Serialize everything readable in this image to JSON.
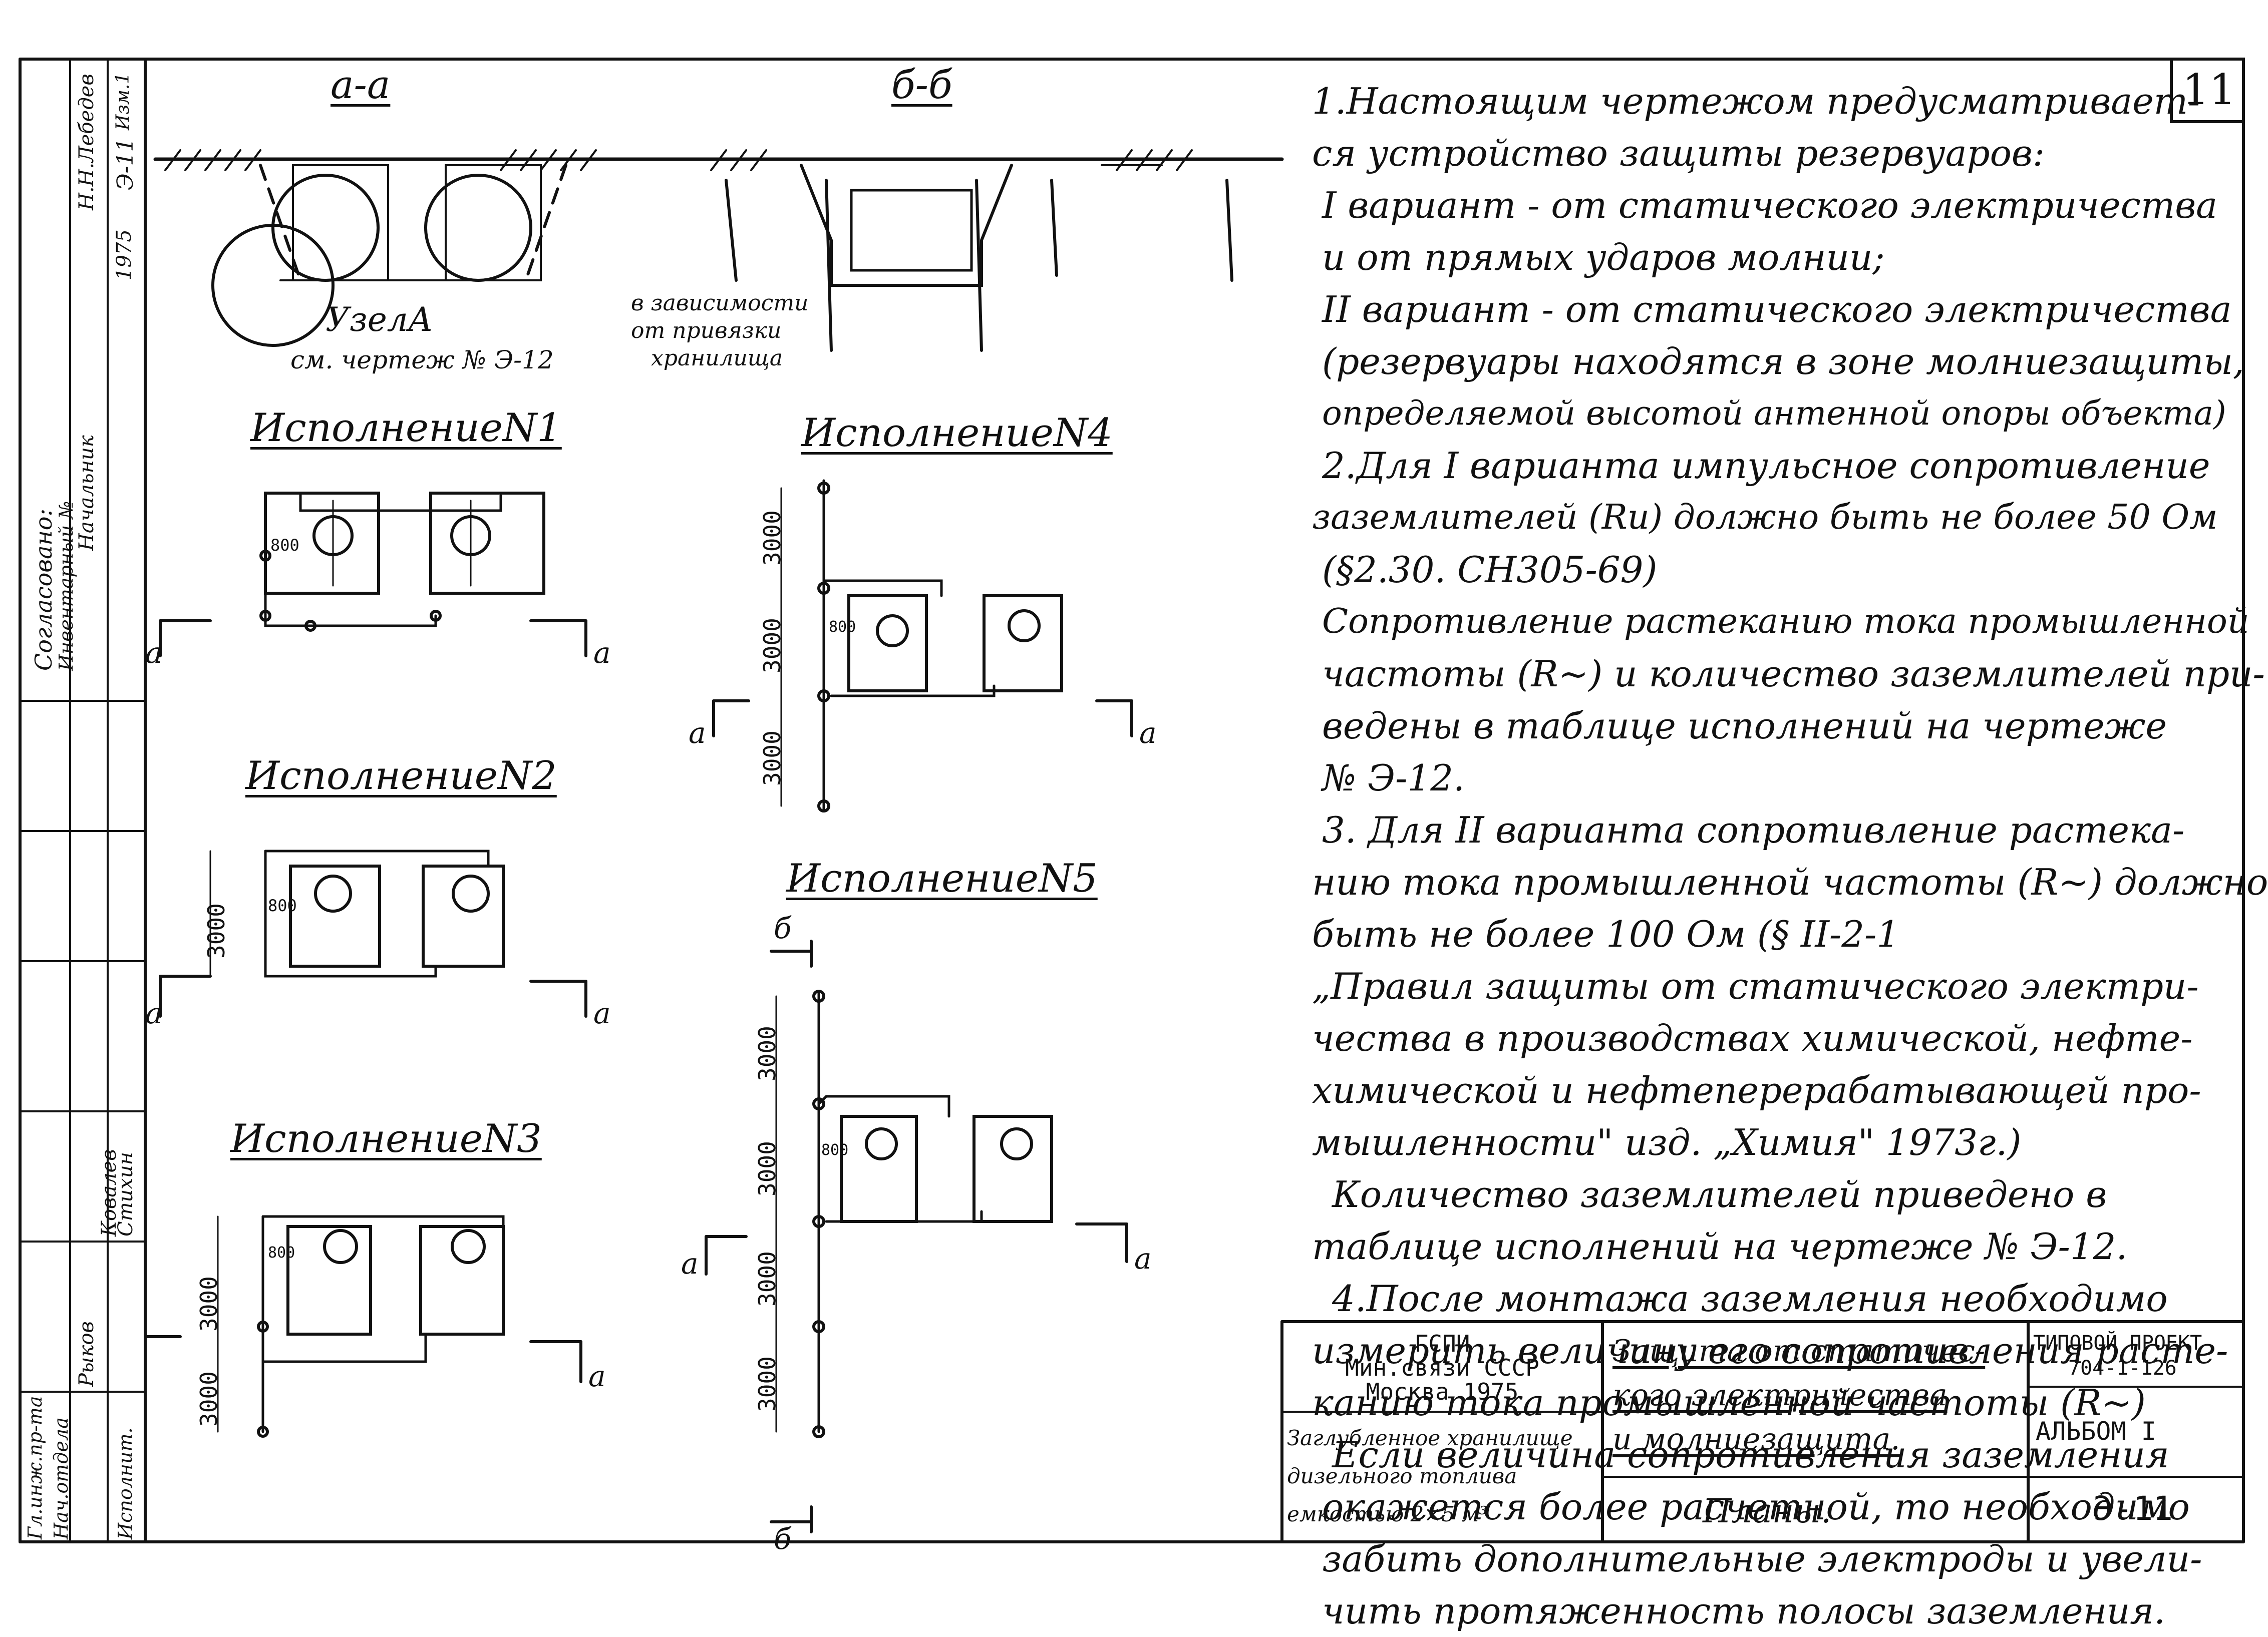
{
  "sheet_number": "11",
  "side_stamp": {
    "left_labels": [
      "Согласовано:",
      "Инвентарный №"
    ],
    "stamp_cells": [
      "Н.Н.Лебедев",
      "Начальник",
      "Э-11",
      "1975",
      "Изм.1"
    ],
    "signatures": {
      "roles": [
        "Гл.инж.пр-та",
        "Нач.отдела",
        "Исполнит."
      ],
      "names": [
        "Рыков",
        "Ковалев",
        "Стихин"
      ]
    }
  },
  "sections": {
    "aa": "а-а",
    "bb": "б-б",
    "node_label": "УзелА",
    "node_ref": "см. чертеж № Э-12",
    "dependency_note": [
      "в зависимости",
      "от привязки",
      "хранилища"
    ],
    "cut_marker_a": "а",
    "cut_marker_b": "б"
  },
  "variants": {
    "v1": "ИсполнениеN1",
    "v2": "ИсполнениеN2",
    "v3": "ИсполнениеN3",
    "v4": "ИсполнениеN4",
    "v5": "ИсполнениеN5"
  },
  "dimensions": {
    "d800": "800",
    "d3000": "3000"
  },
  "notes": [
    "1.Настоящим чертежом предусматривает-",
    "ся устройство защиты резервуаров:",
    "I вариант - от статического электричества",
    "и от прямых ударов молнии;",
    "II вариант - от статического электричества",
    "(резервуары находятся в зоне молниезащиты,",
    "определяемой высотой антенной опоры объекта)",
    "2.Для I варианта импульсное сопротивление",
    "заземлителей (Rи) должно быть не более 50 Ом",
    "(§2.30. СН305-69)",
    "Сопротивление растеканию тока промышленной",
    "частоты (R~) и количество заземлителей при-",
    "ведены в таблице исполнений на чертеже",
    "№ Э-12.",
    "3. Для II варианта сопротивление растека-",
    "нию тока промышленной частоты (R~) должно",
    "быть не более 100 Ом (§ II-2-1",
    "„Правил защиты от статического электри-",
    "чества в производствах химической, нефте-",
    "химической и нефтеперерабатывающей про-",
    "мышленности\" изд. „Химия\" 1973г.)",
    "Количество заземлителей приведено в",
    "таблице исполнений на чертеже № Э-12.",
    "4.После монтажа заземления необходимо",
    "измерить величину его сопротивления расте-",
    "канию тока промышленной частоты (R~)",
    "Если величина сопротивления заземления",
    "окажется более расчетной, то необходимо",
    "забить дополнительные электроды и увели-",
    "чить протяженность полосы заземления."
  ],
  "title_block": {
    "org": [
      "ГСПИ",
      "Мин.связи СССР",
      "Москва 1975"
    ],
    "object": [
      "Заглубленное хранилище",
      "дизельного топлива",
      "емкостью 2×5 м³"
    ],
    "title": [
      "Защита от статичес-",
      "кого электричества",
      "и молниезащита."
    ],
    "subtitle": "Планы.",
    "project_label": "ТИПОВОЙ ПРОЕКТ",
    "project_number": "704-1-126",
    "album": "АЛЬБОМ I",
    "sheet_code": "Э-11"
  }
}
